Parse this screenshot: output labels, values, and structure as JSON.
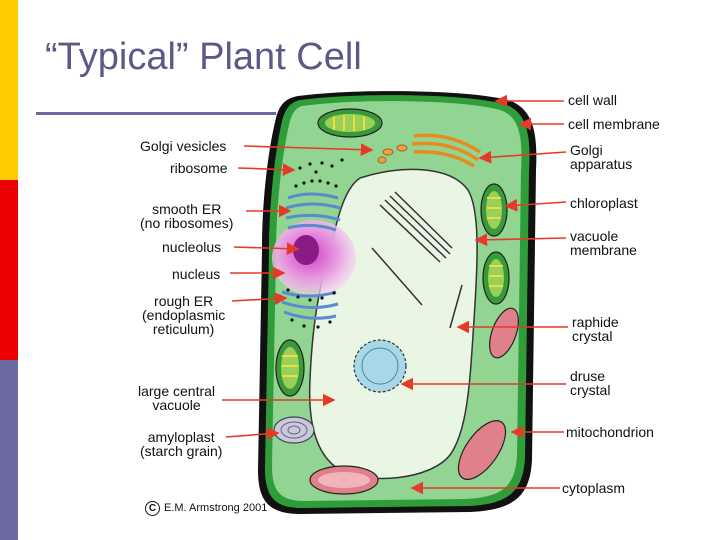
{
  "slide": {
    "title": "“Typical” Plant Cell",
    "accent_colors": {
      "bar_top": "#ffcc00",
      "bar_middle": "#ee0000",
      "bar_bottom": "#6a6aa0",
      "title_rule": "#6a6aa0",
      "arrow": "#e53a2a"
    }
  },
  "diagram": {
    "left_labels": [
      {
        "id": "golgi-vesicles",
        "lines": [
          "Golgi vesicles"
        ]
      },
      {
        "id": "ribosome",
        "lines": [
          "ribosome"
        ]
      },
      {
        "id": "smooth-er",
        "lines": [
          "smooth ER",
          "(no ribosomes)"
        ]
      },
      {
        "id": "nucleolus",
        "lines": [
          "nucleolus"
        ]
      },
      {
        "id": "nucleus",
        "lines": [
          "nucleus"
        ]
      },
      {
        "id": "rough-er",
        "lines": [
          "rough ER",
          "(endoplasmic",
          "reticulum)"
        ]
      },
      {
        "id": "large-central-vacuole",
        "lines": [
          "large central",
          "vacuole"
        ]
      },
      {
        "id": "amyloplast",
        "lines": [
          "amyloplast",
          "(starch grain)"
        ]
      }
    ],
    "right_labels": [
      {
        "id": "cell-wall",
        "lines": [
          "cell wall"
        ]
      },
      {
        "id": "cell-membrane",
        "lines": [
          "cell membrane"
        ]
      },
      {
        "id": "golgi-apparatus",
        "lines": [
          "Golgi",
          "apparatus"
        ]
      },
      {
        "id": "chloroplast",
        "lines": [
          "chloroplast"
        ]
      },
      {
        "id": "vacuole-membrane",
        "lines": [
          "vacuole",
          "membrane"
        ]
      },
      {
        "id": "raphide-crystal",
        "lines": [
          "raphide",
          "crystal"
        ]
      },
      {
        "id": "druse-crystal",
        "lines": [
          "druse",
          "crystal"
        ]
      },
      {
        "id": "mitochondrion",
        "lines": [
          "mitochondrion"
        ]
      },
      {
        "id": "cytoplasm",
        "lines": [
          "cytoplasm"
        ]
      }
    ],
    "copyright": {
      "symbol": "C",
      "text": "E.M. Armstrong 2001"
    }
  }
}
